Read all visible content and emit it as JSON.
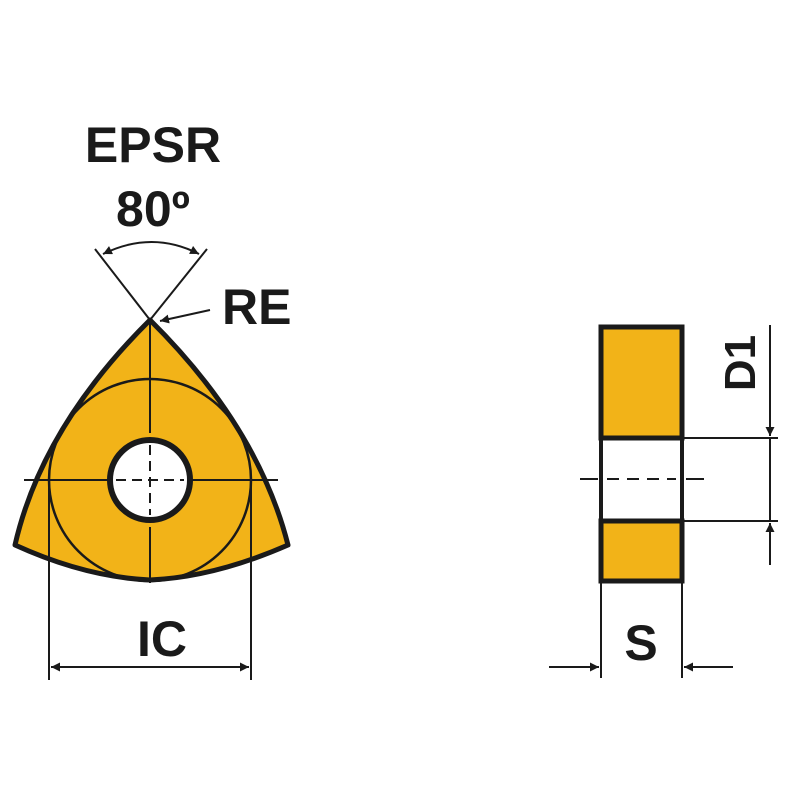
{
  "labels": {
    "angle_name": "EPSR",
    "angle_value": "80º",
    "corner_radius": "RE",
    "inscribed_circle": "IC",
    "hole_diameter": "D1",
    "thickness": "S"
  },
  "colors": {
    "insert_fill": "#f2b318",
    "outline": "#1a1a1a",
    "hole_fill": "#ffffff",
    "background": "#ffffff"
  }
}
